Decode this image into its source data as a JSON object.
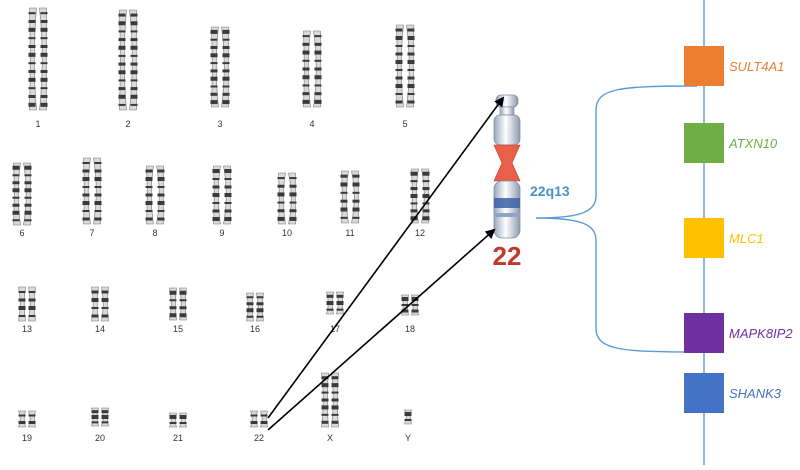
{
  "karyotype": {
    "labels": [
      "1",
      "2",
      "3",
      "4",
      "5",
      "6",
      "7",
      "8",
      "9",
      "10",
      "11",
      "12",
      "13",
      "14",
      "15",
      "16",
      "17",
      "18",
      "19",
      "20",
      "21",
      "22",
      "X",
      "Y"
    ]
  },
  "zoom": {
    "chromosome_number": "22",
    "band_label": "22q13",
    "chromosome_color": "#c0392b",
    "band_color": "#4a90c8"
  },
  "genes": [
    {
      "name": "SULT4A1",
      "color": "#ed7d31"
    },
    {
      "name": "ATXN10",
      "color": "#70ad47"
    },
    {
      "name": "MLC1",
      "color": "#ffc000"
    },
    {
      "name": "MAPK8IP2",
      "color": "#7030a0"
    },
    {
      "name": "SHANK3",
      "color": "#4472c4"
    }
  ],
  "colors": {
    "axis_line": "#5b9bd5",
    "brace": "#5b9bd5",
    "arrows": "#000000",
    "chromatin": "#3a3a3a"
  }
}
